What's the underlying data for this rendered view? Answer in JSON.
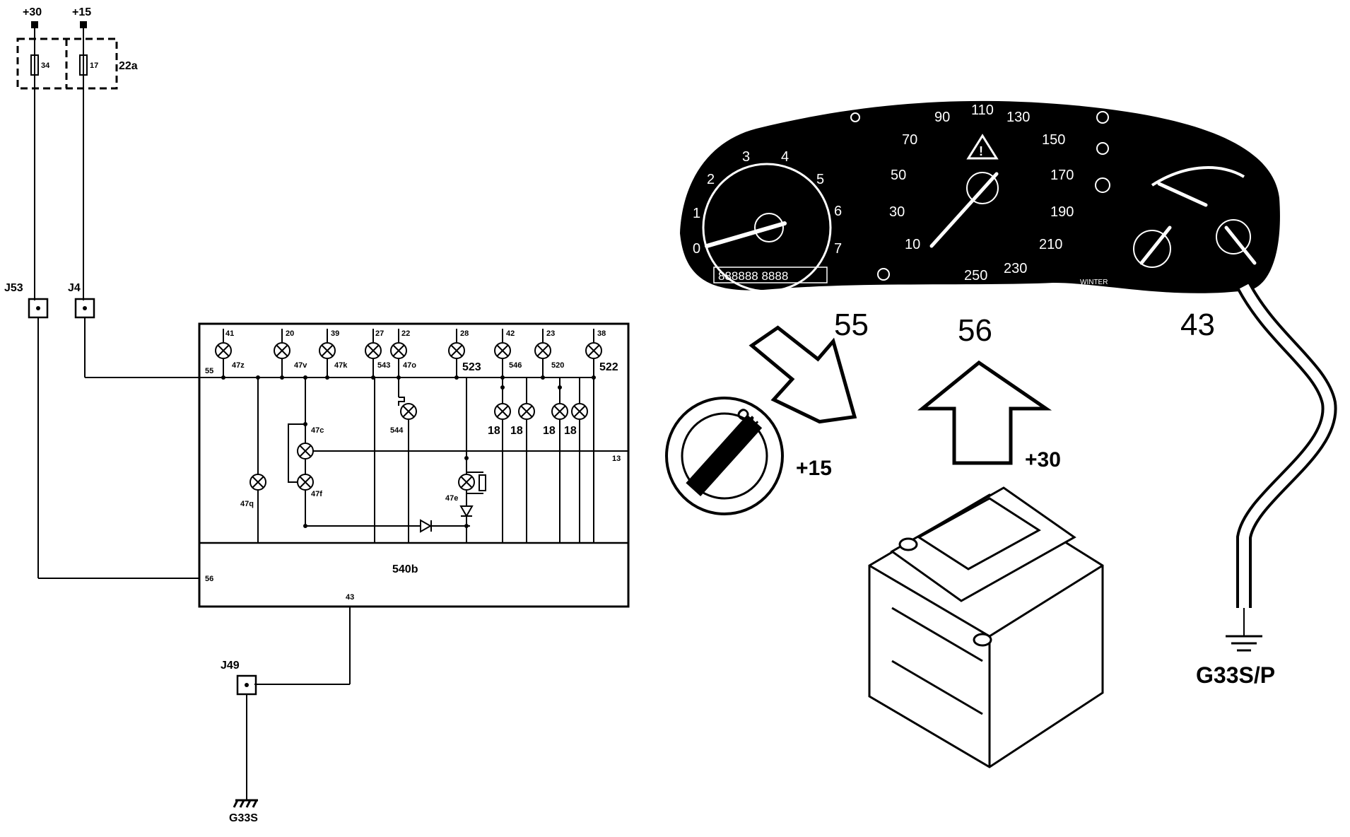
{
  "supply": {
    "plus30": "+30",
    "plus15": "+15",
    "fuse_box": "22a",
    "fuse_a": "34",
    "fuse_b": "17"
  },
  "connectors": {
    "j53": "J53",
    "j4": "J4",
    "j49": "J49"
  },
  "ground": {
    "left": "G33S",
    "right": "G33S/P"
  },
  "unit": {
    "name": "540b",
    "pin55": "55",
    "pin56": "56",
    "pin43": "43",
    "pin13": "13",
    "top_pins": [
      "41",
      "20",
      "39",
      "27",
      "22",
      "28",
      "42",
      "23",
      "38"
    ],
    "bulbs": [
      "47z",
      "47v",
      "47k",
      "543",
      "47o",
      "523",
      "546",
      "520",
      "522"
    ],
    "bulb_c": "47c",
    "bulb_f": "47f",
    "bulb_q": "47q",
    "bulb_e": "47e",
    "bulb_544": "544",
    "eighteens": [
      "18",
      "18",
      "18",
      "18"
    ]
  },
  "cluster": {
    "callout_55": "55",
    "callout_56": "56",
    "callout_43": "43",
    "label_15": "+15",
    "label_30": "+30",
    "ignition": "ON",
    "tach": [
      "0",
      "1",
      "2",
      "3",
      "4",
      "5",
      "6",
      "7"
    ],
    "speed": [
      "10",
      "30",
      "50",
      "70",
      "90",
      "110",
      "130",
      "150",
      "170",
      "190",
      "210",
      "230",
      "250"
    ],
    "odometer": "888888 8888",
    "winter": "WINTER"
  }
}
